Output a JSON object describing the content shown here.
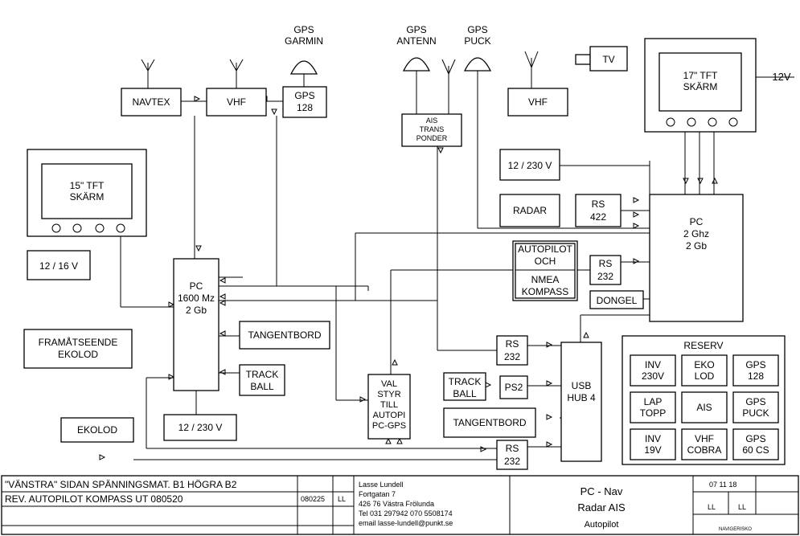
{
  "devices": {
    "navtex": "NAVTEX",
    "vhf_left": "VHF",
    "gps128": [
      "GPS",
      "128"
    ],
    "gps_garmin": [
      "GPS",
      "GARMIN"
    ],
    "gps_antenn": [
      "GPS",
      "ANTENN"
    ],
    "gps_puck": [
      "GPS",
      "PUCK"
    ],
    "ais_transponder": [
      "AIS",
      "TRANS",
      "PONDER"
    ],
    "vhf_right": "VHF",
    "tv": "TV",
    "screen17": [
      "17\" TFT",
      "SKÄRM"
    ],
    "v12": "12V",
    "power_12_230_top": "12 / 230  V",
    "radar": "RADAR",
    "rs422": [
      "RS",
      "422"
    ],
    "pc_right": [
      "PC",
      "2 Ghz",
      "2 Gb"
    ],
    "autopilot_och": [
      "AUTOPILOT",
      "OCH"
    ],
    "nmea_kompass": [
      "NMEA",
      "KOMPASS"
    ],
    "rs232_mid": [
      "RS",
      "232"
    ],
    "dongel": "DONGEL",
    "screen15": [
      "15\" TFT",
      "SKÄRM"
    ],
    "power_12_16": "12 / 16  V",
    "pc_left": [
      "PC",
      "1600 Mz",
      "2 Gb"
    ],
    "tangentbord_left": "TANGENTBORD",
    "trackball_left": [
      "TRACK",
      "BALL"
    ],
    "framatseende": [
      "FRAMÅTSEENDE",
      "EKOLOD"
    ],
    "power_12_230_bottom": "12 / 230  V",
    "ekolod": "EKOLOD",
    "valstyr": [
      "VAL",
      "STYR",
      "TILL",
      "AUTOPI",
      "PC-GPS"
    ],
    "rs232_upper": [
      "RS",
      "232"
    ],
    "trackball_right": [
      "TRACK",
      "BALL"
    ],
    "ps2": "PS2",
    "tangentbord_right": "TANGENTBORD",
    "rs232_lower": [
      "RS",
      "232"
    ],
    "usb_hub": [
      "USB",
      "HUB 4"
    ]
  },
  "reserv": {
    "title": "RESERV",
    "cells": [
      [
        "INV",
        "230V"
      ],
      [
        "EKO",
        "LOD"
      ],
      [
        "GPS",
        "128"
      ],
      [
        "LAP",
        "TOPP"
      ],
      [
        "AIS"
      ],
      [
        "GPS",
        "PUCK"
      ],
      [
        "INV",
        "19V"
      ],
      [
        "VHF",
        "COBRA"
      ],
      [
        "GPS",
        "60 CS"
      ]
    ]
  },
  "title_block": {
    "note1": "\"VÄNSTRA\" SIDAN SPÄNNINGSMAT. B1     HÖGRA  B2",
    "note2": "REV. AUTOPILOT KOMPASS UT 080520",
    "rev_date": "080225",
    "rev_initials": "LL",
    "author": {
      "name": "Lasse Lundell",
      "street": "Fortgatan 7",
      "city": "426 76 Västra Frölunda",
      "tel": "Tel 031 297942  070 5508174",
      "email": "email  lasse-lundell@punkt.se"
    },
    "drawing_title": [
      "PC - Nav",
      "Radar AIS",
      "Autopilot"
    ],
    "date": "07 11 18",
    "drawn_by": "LL",
    "checked_by": "LL",
    "drawing_name": "NAVIGERISKO"
  }
}
